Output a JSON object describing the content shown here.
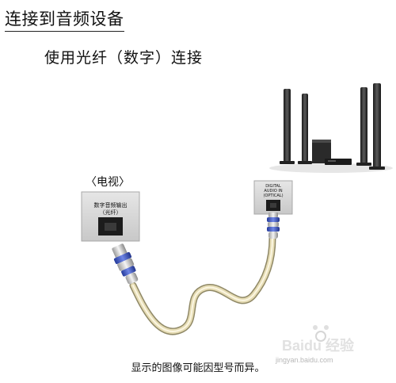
{
  "header": {
    "title": "连接到音频设备",
    "subtitle": "使用光纤（数字）连接"
  },
  "tv": {
    "label": "〈电视〉",
    "port_line1": "数字音频输出",
    "port_line2": "（光纤）"
  },
  "receiver": {
    "port_line1": "DIGITAL",
    "port_line2": "AUDIO IN",
    "port_line3": "(OPTICAL)"
  },
  "caption": "显示的图像可能因型号而异。",
  "watermark": {
    "brand": "Baidu 经验",
    "site": "jingyan.baidu.com"
  },
  "colors": {
    "cable": "#e6dcb4",
    "connector_blue": "#3a55c4",
    "panel": "#d8d8d8"
  }
}
